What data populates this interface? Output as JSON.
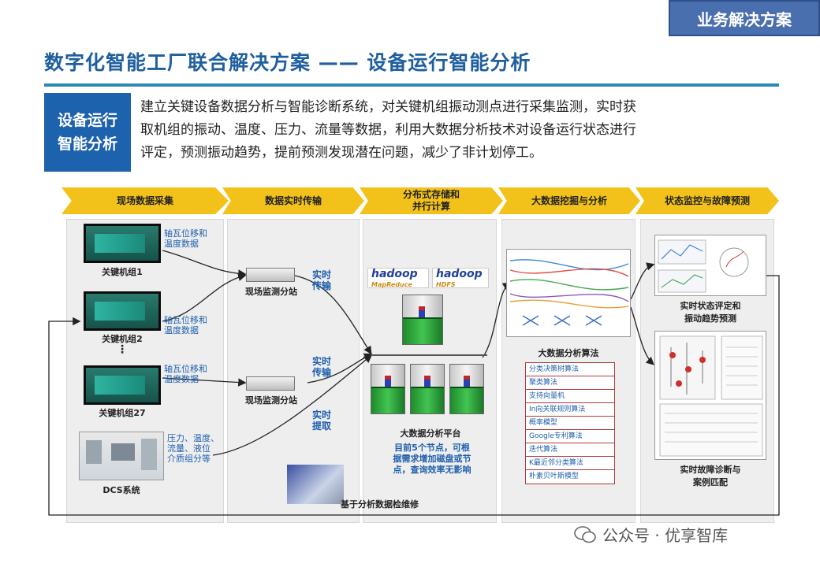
{
  "header": {
    "badge": "业务解决方案",
    "title": "数字化智能工厂联合解决方案 —— 设备运行智能分析"
  },
  "intro": {
    "label_line1": "设备运行",
    "label_line2": "智能分析",
    "line1": "建立关键设备数据分析与智能诊断系统，对关键机组振动测点进行采集监测，实时获",
    "line2": "取机组的振动、温度、压力、流量等数据，利用大数据分析技术对设备运行状态进行",
    "line3": "评定，预测振动趋势，提前预测发现潜在问题，减少了非计划停工。"
  },
  "stages": {
    "s1": "现场数据采集",
    "s2": "数据实时传输",
    "s3_line1": "分布式存储和",
    "s3_line2": "并行计算",
    "s4": "大数据挖掘与分析",
    "s5": "状态监控与故障预测"
  },
  "col1": {
    "unit1": "关键机组1",
    "unit2": "关键机组2",
    "dots": "⋮",
    "unit27": "关键机组27",
    "signal_a1": "轴瓦位移和",
    "signal_a2": "温度数据",
    "signal_b1": "轴瓦位移和",
    "signal_b2": "温度数据",
    "signal_c1": "轴瓦位移和",
    "signal_c2": "温度数据",
    "dcs_sig1": "压力、温度、",
    "dcs_sig2": "流量、液位",
    "dcs_sig3": "介质组分等",
    "dcs": "DCS系统"
  },
  "col2": {
    "station1": "现场监测分站",
    "station2": "现场监测分站",
    "rt1_a": "实时",
    "rt1_b": "传输",
    "rt2_a": "实时",
    "rt2_b": "传输",
    "rt3_a": "实时",
    "rt3_b": "提取",
    "maint": "基于分析数据检维修"
  },
  "col3": {
    "hadoop1": "hadoop",
    "hadoop1_sub": "MapReduce",
    "hadoop2": "hadoop",
    "hadoop2_sub": "HDFS",
    "platform": "大数据分析平台",
    "note1": "目前5个节点，可根",
    "note2": "据需求增加磁盘或节",
    "note3": "点，查询效率无影响"
  },
  "col4": {
    "algo_title": "大数据分析算法",
    "algorithms": [
      "分类决策树算法",
      "聚类算法",
      "支持向量机",
      "In向关联规则算法",
      "概率模型",
      "Google专利算法",
      "迭代算法",
      "K最近邻分类算法",
      "朴素贝叶斯模型"
    ]
  },
  "col5": {
    "out1_a": "实时状态评定和",
    "out1_b": "振动趋势预测",
    "out2_a": "实时故障诊断与",
    "out2_b": "案例匹配"
  },
  "watermark": "公众号 · 优享智库",
  "colors": {
    "title": "#1f5f9e",
    "badge_bg": "#4a6fae",
    "label_bg": "#1d62ad",
    "stage_arrow": "#f3c21a",
    "accent_text": "#1f5fae",
    "rule": "#2b89b3"
  }
}
